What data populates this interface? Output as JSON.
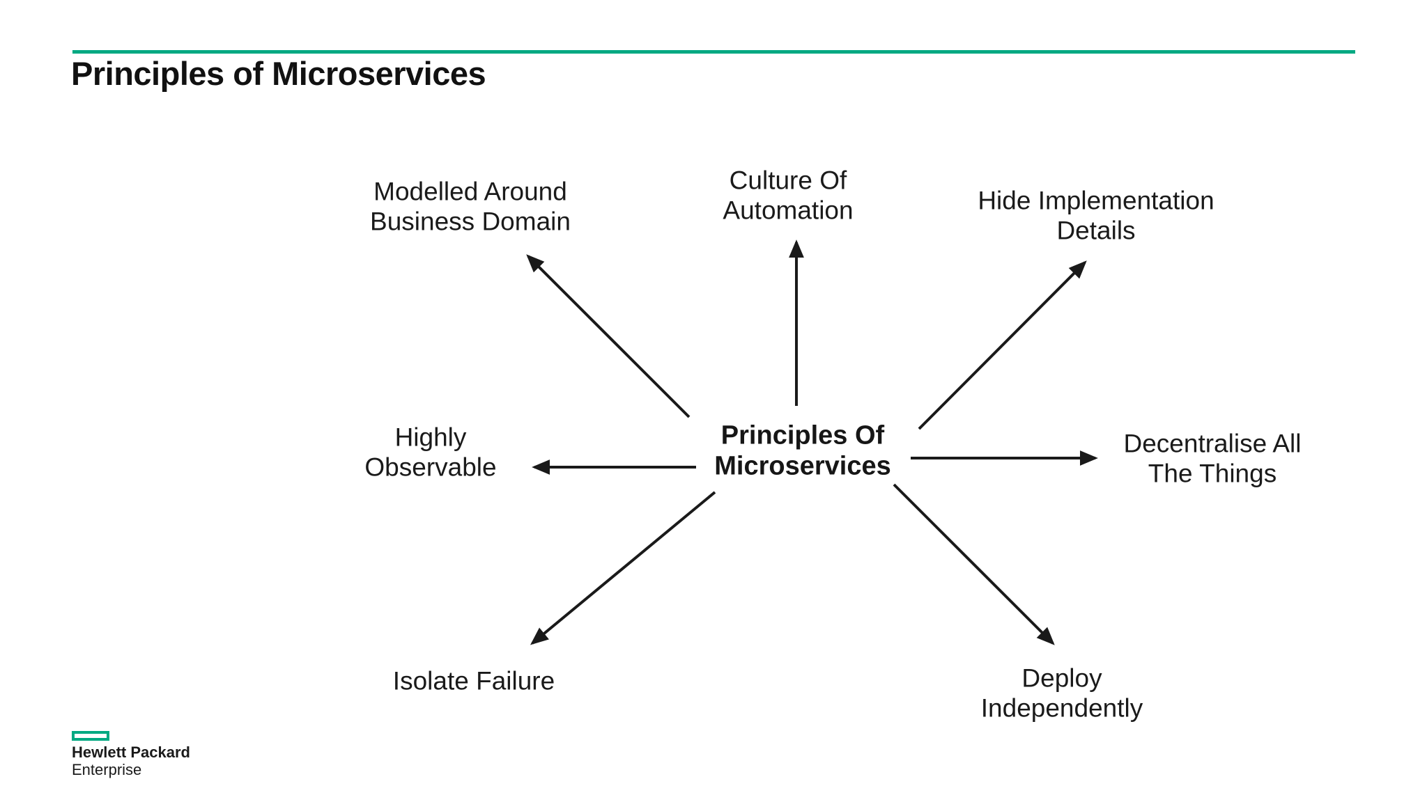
{
  "theme": {
    "accent": "#01A982",
    "text": "#111111",
    "arrow": "#1a1a1a",
    "bg": "#ffffff"
  },
  "page": {
    "title_text": "Principles of Microservices"
  },
  "diagram": {
    "center": {
      "label": "Principles Of\nMicroservices"
    },
    "nodes": [
      {
        "id": "modelled-around-business-domain",
        "label": "Modelled Around\nBusiness Domain"
      },
      {
        "id": "culture-of-automation",
        "label": "Culture Of\nAutomation"
      },
      {
        "id": "hide-implementation-details",
        "label": "Hide Implementation\nDetails"
      },
      {
        "id": "highly-observable",
        "label": "Highly\nObservable"
      },
      {
        "id": "decentralise-all-the-things",
        "label": "Decentralise All\nThe Things"
      },
      {
        "id": "isolate-failure",
        "label": "Isolate Failure"
      },
      {
        "id": "deploy-independently",
        "label": "Deploy\nIndependently"
      }
    ]
  },
  "footer_logo": {
    "brand_line1": "Hewlett Packard",
    "brand_line2": "Enterprise"
  }
}
